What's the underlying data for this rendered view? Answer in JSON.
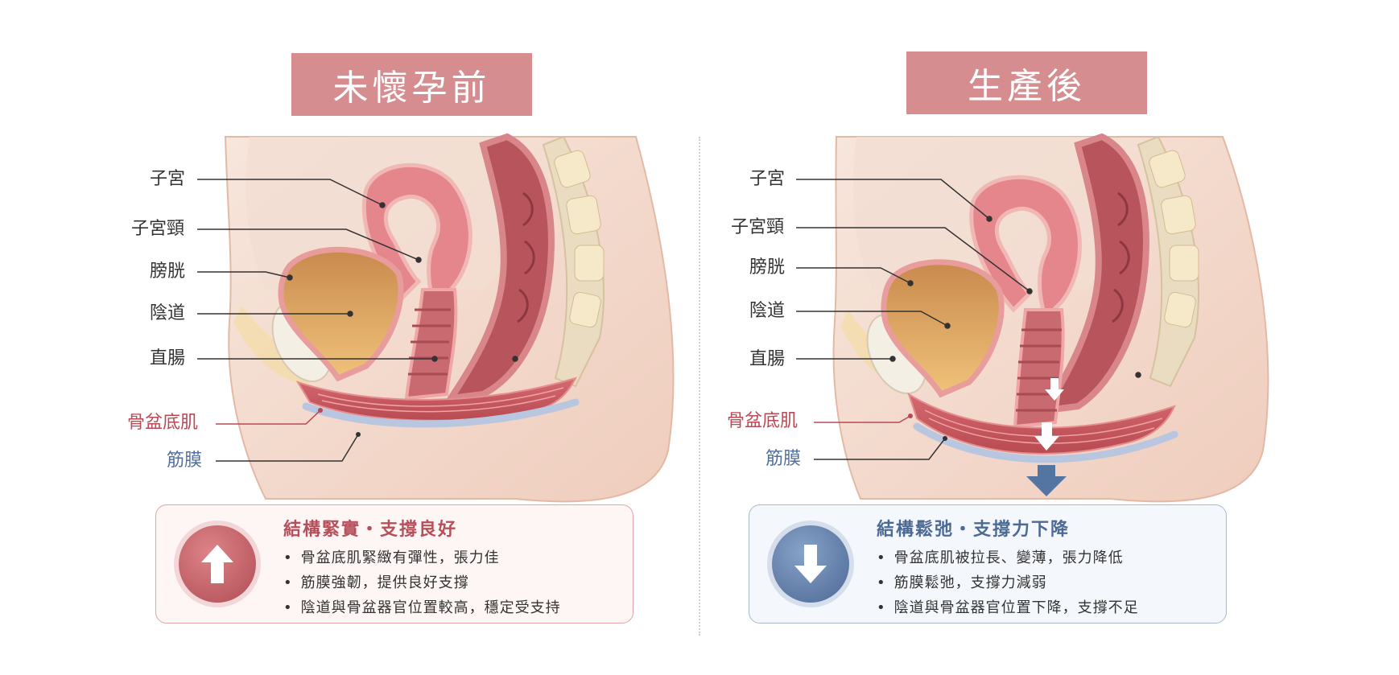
{
  "colors": {
    "title_pink": "#d68d90",
    "label_red": "#b84a55",
    "label_blue": "#4f6fa0",
    "muscle": "#c95a5f",
    "fascia": "#b9c6e0"
  },
  "left": {
    "title": "未懷孕前",
    "labels": {
      "uterus": "子宮",
      "cervix": "子宮頸",
      "bladder": "膀胱",
      "vagina": "陰道",
      "rectum": "直腸",
      "pelvic_floor": "骨盆底肌",
      "fascia": "筋膜"
    },
    "badge_icon": "arrow-up-icon",
    "box_title": "結構緊實・支撐良好",
    "bullets": [
      "骨盆底肌緊緻有彈性，張力佳",
      "筋膜強韌，提供良好支撐",
      "陰道與骨盆器官位置較高，穩定受支持"
    ]
  },
  "right": {
    "title": "生產後",
    "labels": {
      "uterus": "子宮",
      "cervix": "子宮頸",
      "bladder": "膀胱",
      "vagina": "陰道",
      "rectum": "直腸",
      "pelvic_floor": "骨盆底肌",
      "fascia": "筋膜"
    },
    "badge_icon": "arrow-down-icon",
    "box_title": "結構鬆弛・支撐力下降",
    "bullets": [
      "骨盆底肌被拉長、變薄，張力降低",
      "筋膜鬆弛，支撐力減弱",
      "陰道與骨盆器官位置下降，支撐不足"
    ]
  }
}
